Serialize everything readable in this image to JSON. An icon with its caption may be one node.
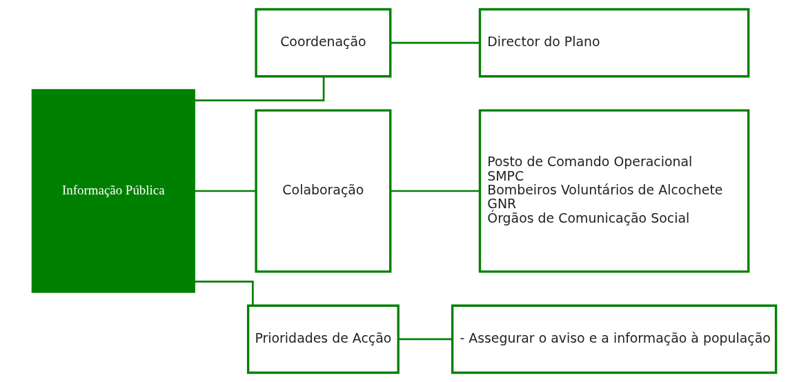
{
  "diagram": {
    "nodes": [
      {
        "text": [
          "Informação Pública"
        ]
      },
      {
        "text": [
          "Coordenação"
        ]
      },
      {
        "text": [
          "Director do Plano"
        ]
      },
      {
        "text": [
          "Colaboração"
        ]
      },
      {
        "text": [
          "Posto de Comando Operacional",
          "SMPC",
          "Bombeiros Voluntários de Alcochete",
          "GNR",
          "Órgãos de Comunicação Social"
        ]
      },
      {
        "text": [
          "Prioridades de Acção"
        ]
      },
      {
        "text": [
          "- Assegurar o aviso e a informação à população"
        ]
      }
    ],
    "edges": [
      {
        "from": 0,
        "to": 1,
        "arrow": "none"
      },
      {
        "from": 0,
        "to": 3,
        "arrow": "none"
      },
      {
        "from": 0,
        "to": 5,
        "arrow": "none"
      },
      {
        "from": 1,
        "to": 2,
        "arrow": "none"
      },
      {
        "from": 3,
        "to": 4,
        "arrow": "none"
      },
      {
        "from": 5,
        "to": 6,
        "arrow": "none"
      }
    ]
  }
}
